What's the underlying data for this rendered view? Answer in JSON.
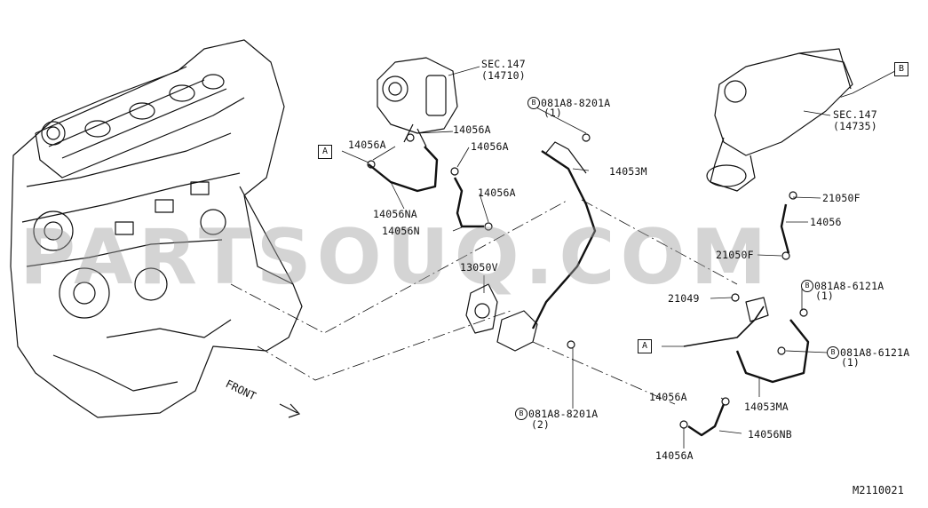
{
  "watermark": "PARTSOUQ.COM",
  "diagram_code": "M2110021",
  "front_label": "FRONT",
  "ref_box_a": "A",
  "ref_box_b": "B",
  "bolt_mark": "B",
  "labels": {
    "sec147_top": "SEC.147",
    "sec147_top_num": "(14710)",
    "sec147_right": "SEC.147",
    "sec147_right_num": "(14735)",
    "p14056A_1": "14056A",
    "p14056A_2": "14056A",
    "p14056A_3": "14056A",
    "p14056A_4": "14056A",
    "p14056A_5": "14056A",
    "p14056A_6": "14056A",
    "p14056NA": "14056NA",
    "p14056N": "14056N",
    "p14053M": "14053M",
    "p13050V": "13050V",
    "p21050F_1": "21050F",
    "p21050F_2": "21050F",
    "p14056": "14056",
    "p21049": "21049",
    "p14053MA": "14053MA",
    "p14056NB": "14056NB",
    "bolt_8201_top": "081A8-8201A",
    "bolt_8201_top_qty": "(1)",
    "bolt_8201_bot": "081A8-8201A",
    "bolt_8201_bot_qty": "(2)",
    "bolt_6121_top": "081A8-6121A",
    "bolt_6121_top_qty": "(1)",
    "bolt_6121_bot": "081A8-6121A",
    "bolt_6121_bot_qty": "(1)"
  },
  "colors": {
    "ink": "#111111",
    "watermark": "#a0a0a0",
    "background": "#ffffff"
  }
}
